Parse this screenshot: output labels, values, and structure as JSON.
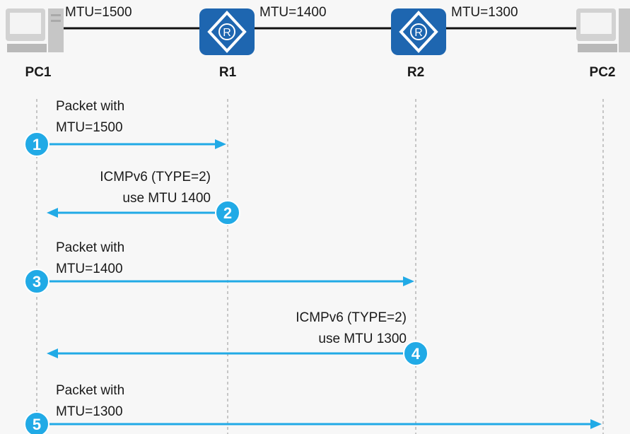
{
  "nodes": [
    {
      "id": "pc1",
      "label": "PC1",
      "type": "pc-icon"
    },
    {
      "id": "r1",
      "label": "R1",
      "type": "router-icon"
    },
    {
      "id": "r2",
      "label": "R2",
      "type": "router-icon"
    },
    {
      "id": "pc2",
      "label": "PC2",
      "type": "pc-icon"
    }
  ],
  "links": [
    {
      "label": "MTU=1500"
    },
    {
      "label": "MTU=1400"
    },
    {
      "label": "MTU=1300"
    }
  ],
  "messages": [
    {
      "step": "1",
      "line1": "Packet with",
      "line2": "MTU=1500",
      "from": "pc1",
      "to": "r1"
    },
    {
      "step": "2",
      "line1": "ICMPv6 (TYPE=2)",
      "line2": "use MTU 1400",
      "from": "r1",
      "to": "pc1"
    },
    {
      "step": "3",
      "line1": "Packet with",
      "line2": "MTU=1400",
      "from": "pc1",
      "to": "r2"
    },
    {
      "step": "4",
      "line1": "ICMPv6 (TYPE=2)",
      "line2": "use MTU 1300",
      "from": "r2",
      "to": "pc1"
    },
    {
      "step": "5",
      "line1": "Packet with",
      "line2": "MTU=1300",
      "from": "pc1",
      "to": "pc2"
    }
  ],
  "colors": {
    "router": "#1e66b0",
    "arrow": "#21aae6",
    "lifeline": "#b5b5b5",
    "link": "#111111"
  }
}
